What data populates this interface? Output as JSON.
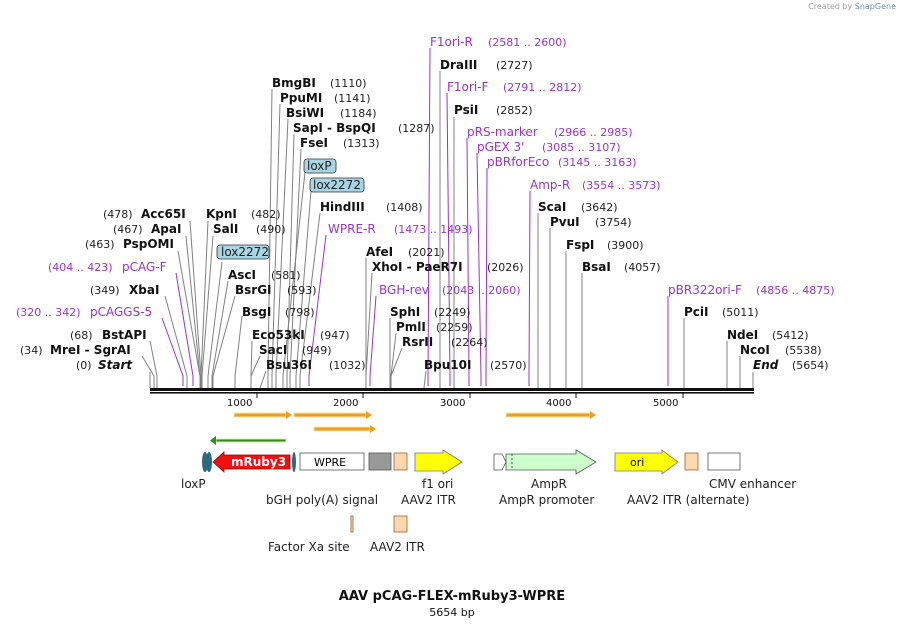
{
  "credit": {
    "prefix": "Created by",
    "brand": "SnapGene"
  },
  "plasmid": {
    "name": "AAV pCAG-FLEX-mRuby3-WPRE",
    "length_label": "5654 bp"
  },
  "ruler": [
    "1000",
    "2000",
    "3000",
    "4000",
    "5000"
  ],
  "enzymes": [
    {
      "name": "Start",
      "pos": "(0)"
    },
    {
      "name": "MreI - SgrAI",
      "pos": "(34)"
    },
    {
      "name": "BstAPI",
      "pos": "(68)"
    },
    {
      "name": "XbaI",
      "pos": "(349)"
    },
    {
      "name": "PspOMI",
      "pos": "(463)"
    },
    {
      "name": "ApaI",
      "pos": "(467)"
    },
    {
      "name": "Acc65I",
      "pos": "(478)"
    },
    {
      "name": "KpnI",
      "pos": "(482)"
    },
    {
      "name": "SalI",
      "pos": "(490)"
    },
    {
      "name": "AscI",
      "pos": "(581)"
    },
    {
      "name": "BsrGI",
      "pos": "(593)"
    },
    {
      "name": "BsgI",
      "pos": "(798)"
    },
    {
      "name": "Eco53kI",
      "pos": "(947)"
    },
    {
      "name": "SacI",
      "pos": "(949)"
    },
    {
      "name": "Bsu36I",
      "pos": "(1032)"
    },
    {
      "name": "BmgBI",
      "pos": "(1110)"
    },
    {
      "name": "PpuMI",
      "pos": "(1141)"
    },
    {
      "name": "BsiWI",
      "pos": "(1184)"
    },
    {
      "name": "SapI - BspQI",
      "pos": "(1287)"
    },
    {
      "name": "FseI",
      "pos": "(1313)"
    },
    {
      "name": "HindIII",
      "pos": "(1408)"
    },
    {
      "name": "AfeI",
      "pos": "(2021)"
    },
    {
      "name": "XhoI - PaeR7I",
      "pos": "(2026)"
    },
    {
      "name": "SphI",
      "pos": "(2249)"
    },
    {
      "name": "PmlI",
      "pos": "(2259)"
    },
    {
      "name": "RsrII",
      "pos": "(2264)"
    },
    {
      "name": "Bpu10I",
      "pos": "(2570)"
    },
    {
      "name": "DraIII",
      "pos": "(2727)"
    },
    {
      "name": "PsiI",
      "pos": "(2852)"
    },
    {
      "name": "ScaI",
      "pos": "(3642)"
    },
    {
      "name": "PvuI",
      "pos": "(3754)"
    },
    {
      "name": "FspI",
      "pos": "(3900)"
    },
    {
      "name": "BsaI",
      "pos": "(4057)"
    },
    {
      "name": "PciI",
      "pos": "(5011)"
    },
    {
      "name": "NdeI",
      "pos": "(5412)"
    },
    {
      "name": "NcoI",
      "pos": "(5538)"
    },
    {
      "name": "End",
      "pos": "(5654)"
    }
  ],
  "primers": [
    {
      "name": "pCAGGS-5",
      "pos": "(320 .. 342)"
    },
    {
      "name": "pCAG-F",
      "pos": "(404 .. 423)"
    },
    {
      "name": "WPRE-R",
      "pos": "(1473 .. 1493)"
    },
    {
      "name": "BGH-rev",
      "pos": "(2043 .. 2060)"
    },
    {
      "name": "F1ori-R",
      "pos": "(2581 .. 2600)"
    },
    {
      "name": "F1ori-F",
      "pos": "(2791 .. 2812)"
    },
    {
      "name": "pRS-marker",
      "pos": "(2966 .. 2985)"
    },
    {
      "name": "pGEX 3'",
      "pos": "(3085 .. 3107)"
    },
    {
      "name": "pBRforEco",
      "pos": "(3145 .. 3163)"
    },
    {
      "name": "Amp-R",
      "pos": "(3554 .. 3573)"
    },
    {
      "name": "pBR322ori-F",
      "pos": "(4856 .. 4875)"
    }
  ],
  "site_boxes": [
    "lox2272",
    "loxP",
    "lox2272"
  ],
  "features": {
    "mRuby3": "mRuby3",
    "WPRE": "WPRE",
    "ori": "ori",
    "loxP": "loxP",
    "bgh": "bGH poly(A) signal",
    "aav2itr": "AAV2 ITR",
    "f1ori": "f1 ori",
    "ampr": "AmpR",
    "ampr_promoter": "AmpR promoter",
    "aav2itr_alt": "AAV2 ITR (alternate)",
    "cmv": "CMV enhancer",
    "factor_xa": "Factor Xa site",
    "aav2itr2": "AAV2 ITR"
  },
  "colors": {
    "enzyme_line": "#777777",
    "primer": "#9a33cc",
    "backbone": "#111111",
    "orf_orange": "#e8a020",
    "orf_green": "#3a8a20",
    "mRuby3": "#ee1111",
    "loxP": "#2a6a80",
    "site_box": "#a8d4e4",
    "ampr": "#ccffcc",
    "ori": "#ffff00",
    "itr": "#ffd8b0",
    "bgh": "#999999"
  }
}
